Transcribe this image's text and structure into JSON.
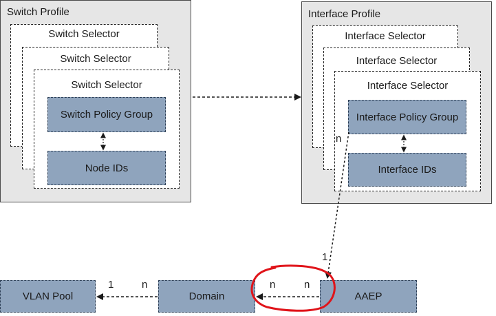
{
  "switch_profile": {
    "title": "Switch Profile",
    "selectors": [
      "Switch Selector",
      "Switch Selector",
      "Switch Selector"
    ],
    "policy_group": "Switch Policy Group",
    "node_ids": "Node IDs"
  },
  "interface_profile": {
    "title": "Interface Profile",
    "selectors": [
      "Interface Selector",
      "Interface Selector",
      "Interface Selector"
    ],
    "policy_group": "Interface Policy Group",
    "interface_ids": "Interface IDs",
    "policy_group_cardinality": "n"
  },
  "bottom_row": {
    "vlan_pool": "VLAN Pool",
    "domain": "Domain",
    "aaep": "AAEP"
  },
  "cardinality": {
    "vlan_pool_domain": [
      "1",
      "n"
    ],
    "domain_aaep": [
      "n",
      "n"
    ],
    "aaep_interface": "1"
  },
  "colors": {
    "profile_bg": "#e6e6e6",
    "block_fill": "#8fa4bd",
    "highlight": "#e0141a"
  }
}
